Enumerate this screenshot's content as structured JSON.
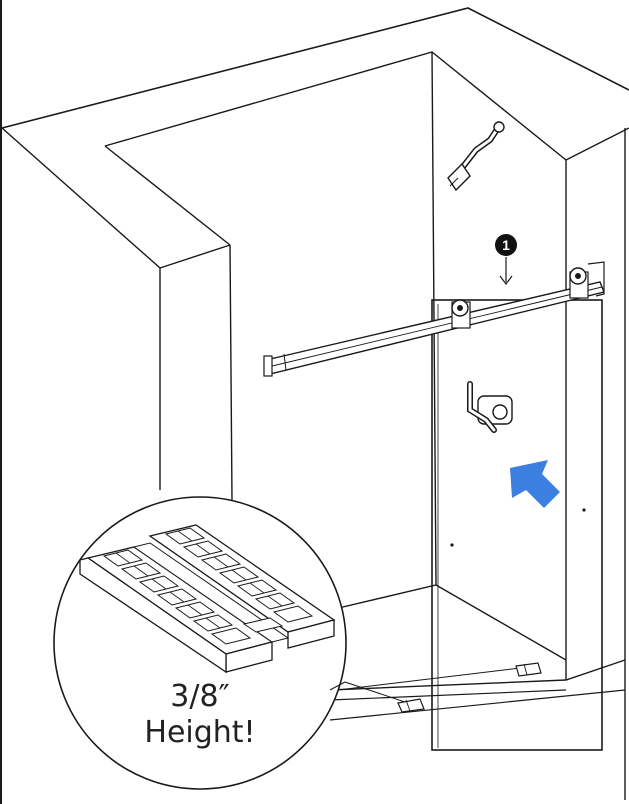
{
  "step_marker": {
    "number": "1"
  },
  "callout": {
    "line1": "3/8″",
    "line2": "Height!"
  },
  "colors": {
    "line": "#1a1a1a",
    "arrow": "#3b7fe0",
    "background": "#ffffff",
    "marker": "#111111"
  },
  "icons": {
    "direction_arrow": "blue-arrow-icon",
    "step": "step-number-icon"
  }
}
